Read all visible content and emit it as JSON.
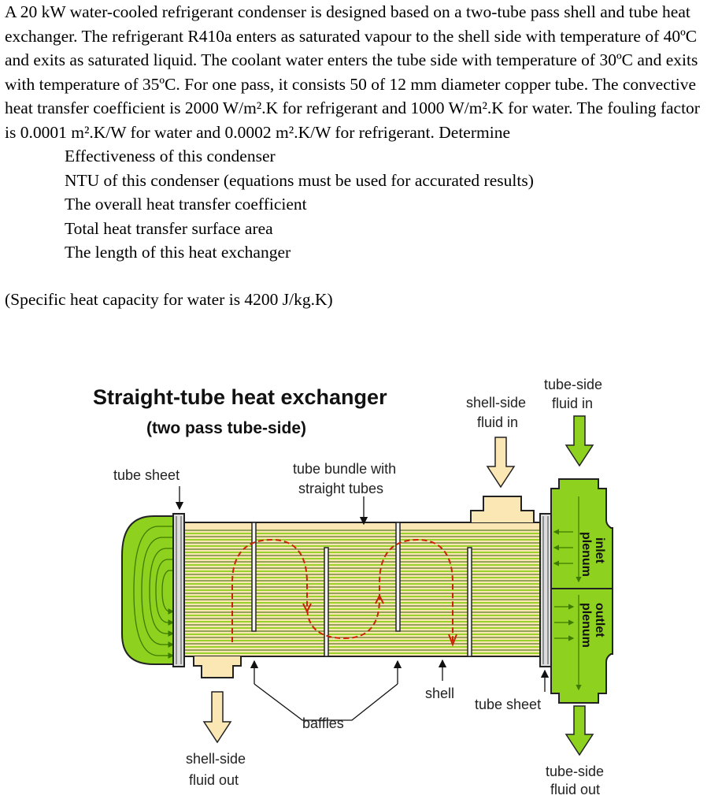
{
  "problem": {
    "intro": "A 20 kW water-cooled refrigerant condenser is designed based on a two-tube pass shell and tube heat exchanger. The refrigerant R410a enters as saturated vapour to the shell side with temperature of 40ºC and exits as saturated liquid. The coolant water enters the tube side with temperature of 30ºC and exits with temperature of 35ºC. For one pass, it consists 50 of 12 mm diameter copper tube. The convective heat transfer coefficient is 2000 W/m².K for refrigerant and 1000 W/m².K for water. The fouling factor is 0.0001 m².K/W for water and 0.0002 m².K/W for refrigerant. Determine",
    "tasks": [
      "Effectiveness of this condenser",
      "NTU of this condenser (equations must be used for accurated results)",
      "The overall heat transfer coefficient",
      "Total heat transfer surface area",
      "The length of this heat exchanger"
    ],
    "note": "(Specific heat capacity for water is 4200 J/kg.K)"
  },
  "figure": {
    "title": "Straight-tube heat exchanger",
    "subtitle": "(two pass tube-side)",
    "labels": {
      "tube_sheet_left": "tube sheet",
      "tube_bundle_1": "tube bundle with",
      "tube_bundle_2": "straight tubes",
      "shell_in_1": "shell-side",
      "shell_in_2": "fluid in",
      "tube_in_1": "tube-side",
      "tube_in_2": "fluid in",
      "inlet_plenum_1": "inlet",
      "inlet_plenum_2": "plenum",
      "outlet_plenum_1": "outlet",
      "outlet_plenum_2": "plenum",
      "shell": "shell",
      "tube_sheet_right": "tube sheet",
      "baffles": "baffles",
      "shell_out_1": "shell-side",
      "shell_out_2": "fluid out",
      "tube_out_1": "tube-side",
      "tube_out_2": "fluid out"
    },
    "colors": {
      "tube_fluid": "#8ed11e",
      "shell_fluid": "#fbe7b3",
      "outline": "#222222",
      "flow_arrow": "#cc2200"
    }
  }
}
